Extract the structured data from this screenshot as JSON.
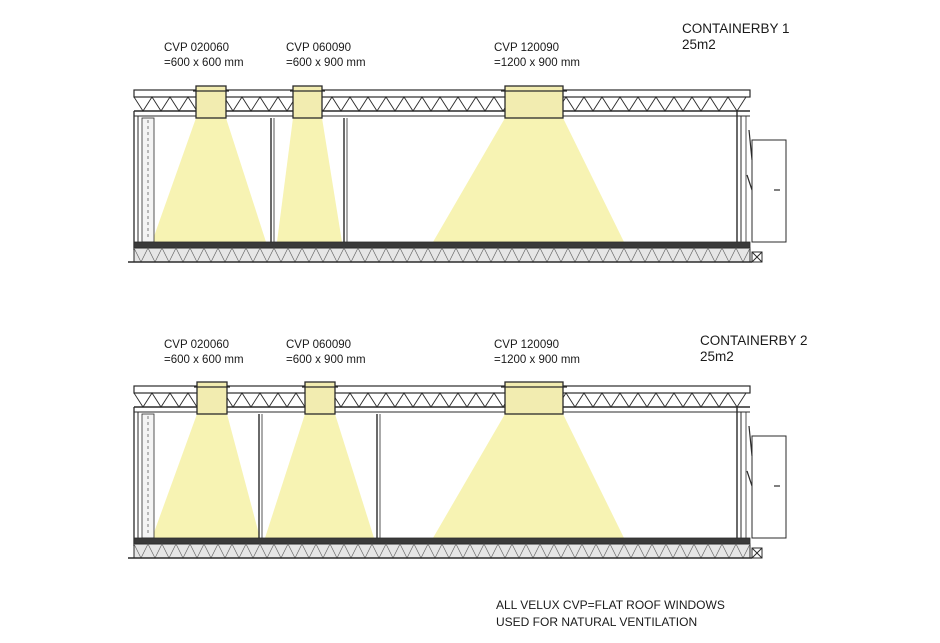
{
  "colors": {
    "line": "#2b2b2b",
    "light_beam": "#f7f3b3",
    "skylight_fill": "#f2ecb0",
    "floor_fill": "#d8d8d8",
    "dark_floor": "#3a3a3a"
  },
  "sections": [
    {
      "title": "CONTAINERBY 1",
      "area": "25m2",
      "windows": [
        {
          "code": "CVP 020060",
          "size": "=600 x 600 mm"
        },
        {
          "code": "CVP 060090",
          "size": "=600 x 900 mm"
        },
        {
          "code": "CVP 120090",
          "size": "=1200 x 900 mm"
        }
      ]
    },
    {
      "title": "CONTAINERBY 2",
      "area": "25m2",
      "windows": [
        {
          "code": "CVP 020060",
          "size": "=600 x 600 mm"
        },
        {
          "code": "CVP 060090",
          "size": "=600 x 900 mm"
        },
        {
          "code": "CVP 120090",
          "size": "=1200 x 900 mm"
        }
      ]
    }
  ],
  "footer_note": {
    "line1": "ALL VELUX  CVP=FLAT ROOF WINDOWS",
    "line2": "USED FOR NATURAL VENTILATION"
  }
}
